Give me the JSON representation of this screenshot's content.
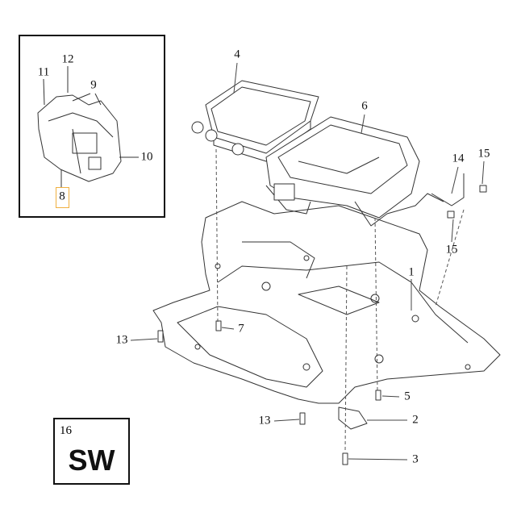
{
  "callouts": {
    "inset": {
      "c11": "11",
      "c12": "12",
      "c9": "9",
      "c10": "10",
      "c8": "8"
    },
    "main": {
      "c4": "4",
      "c6": "6",
      "c14": "14",
      "c15a": "15",
      "c15b": "15",
      "c1": "1",
      "c7": "7",
      "c13a": "13",
      "c5": "5",
      "c13b": "13",
      "c2": "2",
      "c3": "3"
    }
  },
  "sw_box": {
    "number": "16",
    "code": "SW"
  },
  "colors": {
    "line": "#222222",
    "highlight": "#f0b040"
  }
}
